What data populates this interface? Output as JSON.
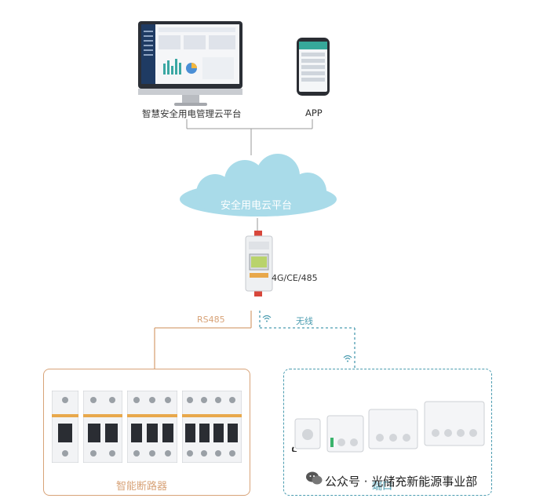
{
  "top": {
    "platform_label": "智慧安全用电管理云平台",
    "app_label": "APP"
  },
  "cloud": {
    "label": "安全用电云平台"
  },
  "gateway": {
    "label": "4G/CE/485"
  },
  "links": {
    "rs485": "RS485",
    "wireless": "无线"
  },
  "left_box": {
    "title": "智能断路器"
  },
  "right_box": {
    "title": "端口"
  },
  "watermark": {
    "text": "公众号 · 光储充新能源事业部"
  },
  "colors": {
    "orange": "#d8a378",
    "teal": "#4b9cb0",
    "cloud": "#a9dbe9",
    "cloud_text": "#ffffff"
  }
}
